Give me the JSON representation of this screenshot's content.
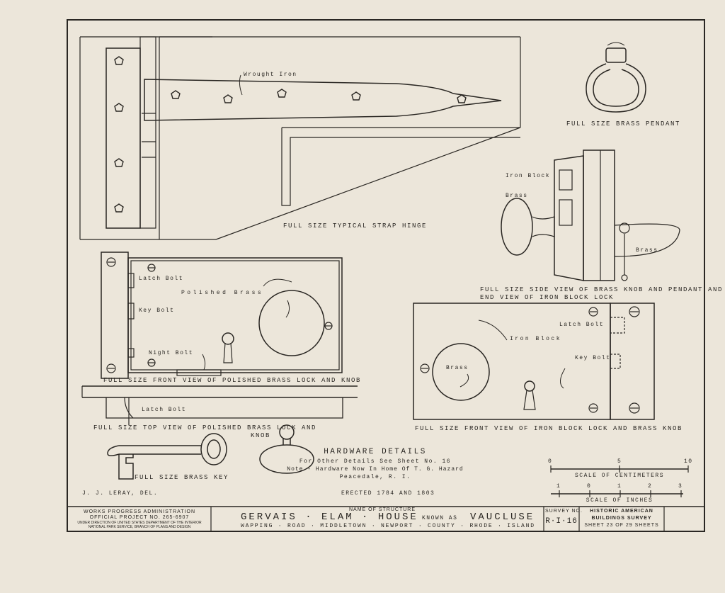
{
  "strap_hinge": {
    "callout": "Wrought Iron",
    "caption": "FULL SIZE TYPICAL STRAP HINGE"
  },
  "pendant": {
    "caption": "FULL SIZE BRASS PENDANT"
  },
  "side_view": {
    "iron_block": "Iron Block",
    "brass_knob": "Brass",
    "brass_pendant": "Brass",
    "caption_line1": "FULL SIZE SIDE VIEW OF BRASS KNOB AND PENDANT AND",
    "caption_line2": "END VIEW OF IRON BLOCK LOCK"
  },
  "polished_lock": {
    "latch_bolt": "Latch Bolt",
    "polished_brass": "Polished Brass",
    "key_bolt": "Key Bolt",
    "night_bolt": "Night Bolt",
    "caption": "FULL SIZE FRONT VIEW OF POLISHED BRASS LOCK AND KNOB"
  },
  "top_view": {
    "latch_bolt": "Latch Bolt",
    "caption_line1": "FULL SIZE TOP VIEW OF POLISHED BRASS LOCK AND",
    "caption_line2": "KNOB"
  },
  "iron_lock": {
    "latch_bolt": "Latch Bolt",
    "iron_block": "Iron Block",
    "key_bolt": "Key Bolt",
    "brass": "Brass",
    "caption": "FULL SIZE FRONT VIEW OF IRON BLOCK LOCK AND BRASS KNOB"
  },
  "key": {
    "caption": "FULL SIZE BRASS KEY"
  },
  "hardware": {
    "title": "HARDWARE DETAILS",
    "line1": "For Other Details See Sheet No. 16",
    "line2": "Note - Hardware Now In Home Of T. G. Hazard",
    "line3": "Peacedale, R. I."
  },
  "scales": {
    "cm_ticks": [
      "0",
      "5",
      "10"
    ],
    "cm_label": "SCALE OF CENTIMETERS",
    "in_ticks": [
      "1",
      "0",
      "1",
      "2",
      "3"
    ],
    "in_label": "SCALE OF INCHES"
  },
  "delineator": "J. J. LERAY, DEL.",
  "erected": "ERECTED 1784 AND 1803",
  "title_block": {
    "agency_line1": "WORKS PROGRESS ADMINISTRATION",
    "agency_line2": "OFFICIAL PROJECT NO. 265-6907",
    "agency_line3": "UNDER DIRECTION OF UNITED STATES DEPARTMENT OF THE INTERIOR",
    "agency_line4": "NATIONAL PARK SERVICE, BRANCH OF PLANS AND DESIGN",
    "name_label": "NAME OF STRUCTURE",
    "structure_name": "GERVAIS · ELAM · HOUSE",
    "known_as": "KNOWN AS",
    "alias": "VAUCLUSE",
    "location": "WAPPING · ROAD · MIDDLETOWN · NEWPORT · COUNTY · RHODE · ISLAND",
    "survey_label": "SURVEY NO.",
    "survey_no": "R·I·16",
    "habs_line1": "HISTORIC AMERICAN",
    "habs_line2": "BUILDINGS SURVEY",
    "sheet": "SHEET 23 OF 29 SHEETS"
  }
}
